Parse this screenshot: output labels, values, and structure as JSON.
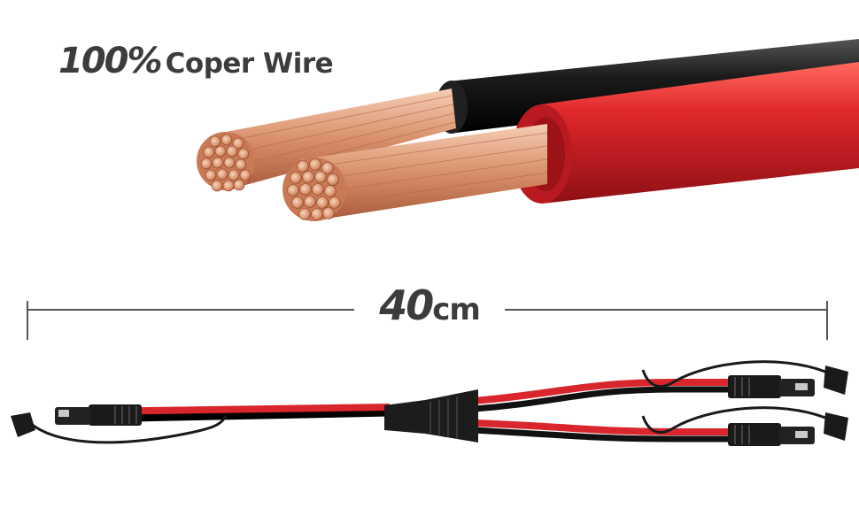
{
  "headline": {
    "percent": "100%",
    "rest": "Coper Wire"
  },
  "measurement": {
    "value": "40",
    "unit": "cm"
  },
  "colors": {
    "text": "#3c3c3c",
    "red_jacket": "#d8262c",
    "black_jacket": "#1a1a1a",
    "copper": "#e3a07a"
  },
  "icons": {
    "wire_closeup": "stripped-copper-wire-icon",
    "cable": "sae-y-splitter-cable-icon"
  }
}
